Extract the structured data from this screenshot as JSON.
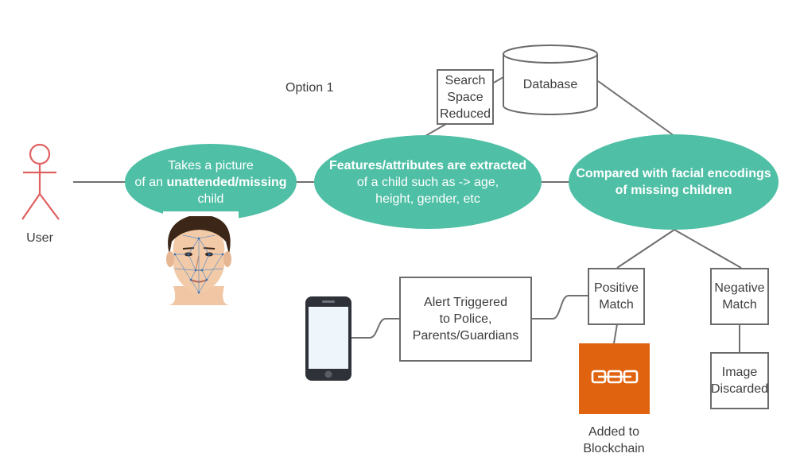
{
  "option_label": "Option 1",
  "user": {
    "label": "User"
  },
  "nodes": {
    "take_picture": {
      "line1": "Takes a picture",
      "line2_pre": "of an ",
      "line2_bold": "unattended/missing",
      "line3": "child"
    },
    "features": {
      "line1_bold": "Features/attributes are extracted",
      "line2": "of a child such as -> age,",
      "line3": "height, gender, etc"
    },
    "compared": {
      "line1": "Compared with facial encodings",
      "line2": "of missing children"
    },
    "search_space": {
      "line1": "Search",
      "line2": "Space",
      "line3": "Reduced"
    },
    "database": {
      "label": "Database"
    },
    "positive": {
      "line1": "Positive",
      "line2": "Match"
    },
    "negative": {
      "line1": "Negative",
      "line2": "Match"
    },
    "alert": {
      "line1": "Alert Triggered",
      "line2": "to Police,",
      "line3": "Parents/Guardians"
    },
    "image_discarded": {
      "line1": "Image",
      "line2": "Discarded"
    },
    "blockchain": {
      "line1": "Added to",
      "line2": "Blockchain"
    }
  },
  "colors": {
    "teal": "#4fbfa6",
    "user_figure": "#e06060",
    "connector": "#707070",
    "blockchain_bg": "#e0640f",
    "phone_body": "#2f3138",
    "phone_screen": "#eef6fb"
  },
  "icons": [
    "user-figure-icon",
    "face-landmarks-icon",
    "smartphone-icon",
    "blockchain-chain-icon"
  ]
}
